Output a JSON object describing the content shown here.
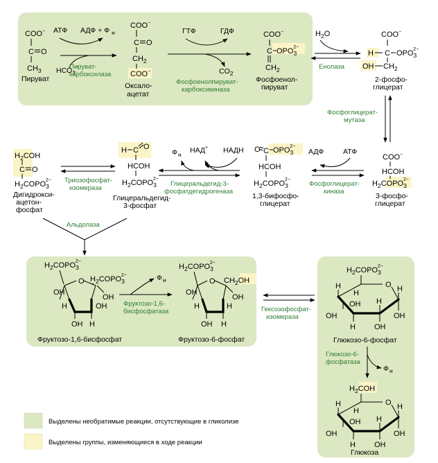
{
  "colors": {
    "green_box": "#dbe8c1",
    "yellow_box": "#fbf4c6",
    "enzyme_text": "#2e7d32"
  },
  "top": {
    "pyruvate": {
      "l1": "COO",
      "l2": "C",
      "l2b": "O",
      "l3": "CH",
      "l3s": "3",
      "name": "Пируват"
    },
    "atp": "АТФ",
    "adp_pn": "АДФ + Ф",
    "adp_pn_sub": "н",
    "hco3": "HCO",
    "hco3_sub": "3",
    "hco3_sup": "−",
    "pyruvate_carboxylase": [
      "Пируват-",
      "карбоксилаза"
    ],
    "oxaloacetate": {
      "l1": "COO",
      "l2": "C",
      "l2b": "O",
      "l3": "CH",
      "l3s": "2",
      "l4": "COO",
      "name": [
        "Оксало-",
        "ацетат"
      ]
    },
    "gtp": "ГТФ",
    "gdp": "ГДФ",
    "co2": "CO",
    "co2_sub": "2",
    "pepck": [
      "Фосфоенолпируват-",
      "карбоксикиназа"
    ],
    "pep": {
      "l1": "COO",
      "l2": "C",
      "l2b": "OPO",
      "l3": "CH",
      "l3s": "2",
      "name": [
        "Фосфоенол-",
        "пируват"
      ]
    },
    "h2o": "H",
    "h2o_sub": "2",
    "h2o_b": "O",
    "enolase": "Енолаза",
    "pg2": {
      "l1": "COO",
      "l2h": "H",
      "l2": "C",
      "l2b": "OPO",
      "l3h": "OH",
      "l3": "CH",
      "l3s": "2",
      "name": [
        "2-фосфо-",
        "глицерат"
      ]
    }
  },
  "mutase": [
    "Фосфоглицерат-",
    "мутаза"
  ],
  "middle": {
    "dhap": {
      "l1": "H",
      "l1s": "2",
      "l1b": "COH",
      "l2": "C",
      "l2b": "O",
      "l3": "H",
      "l3s": "2",
      "l3b": "COPO",
      "name": [
        "Дигидрокси-",
        "ацетон-",
        "фосфат"
      ]
    },
    "tim": [
      "Триозофосфат-",
      "изомераза"
    ],
    "gap": {
      "l1": "H",
      "l1b": "C",
      "l1c": "O",
      "l2": "HCOH",
      "l3": "H",
      "l3s": "2",
      "l3b": "COPO",
      "name": [
        "Глицеральдегид-",
        "3-фосфат"
      ]
    },
    "pn": "Ф",
    "pn_sub": "н",
    "nad": "НАД",
    "nad_sup": "+",
    "nadh": "НАДН",
    "gapdh": [
      "Глицеральдегид-3-",
      "фосфатдегидрогеназа"
    ],
    "bpg": {
      "l1": "O",
      "l1b": "C",
      "l1c": "OPO",
      "l2": "HCOH",
      "l3": "H",
      "l3s": "2",
      "l3b": "COPO",
      "name": [
        "1,3-бифосфо-",
        "глицерат"
      ]
    },
    "adp": "АДФ",
    "atp": "АТФ",
    "pgk": [
      "Фосфоглицерат-",
      "киназа"
    ],
    "pg3": {
      "l1": "COO",
      "l2": "HCOH",
      "l3": "H",
      "l3s": "2",
      "l3b": "COPO",
      "name": [
        "3-фосфо-",
        "глицерат"
      ]
    }
  },
  "aldolase": "Альдолаза",
  "bottom": {
    "f16bp": {
      "ch2opo3_l": "H",
      "ch2opo3_ls": "2",
      "ch2opo3_lb": "COPO",
      "ch2opo3_r": "H",
      "ch2opo3_rs": "2",
      "ch2opo3_rb": "COPO",
      "o": "O",
      "h": "H",
      "oh": "OH",
      "name": "Фруктозо-1,6-бисфосфат"
    },
    "pn": "Ф",
    "pn_sub": "н",
    "fbpase": [
      "Фруктозо-1,6-",
      "бисфосфатаза"
    ],
    "f6p": {
      "ch2opo3": "H",
      "ch2opo3_s": "2",
      "ch2opo3_b": "COPO",
      "ch2oh": "CH",
      "ch2oh_s": "2",
      "ch2oh_b": "OH",
      "o": "O",
      "h": "H",
      "oh": "OH",
      "name": "Фруктозо-6-фосфат"
    },
    "hexiso": [
      "Гексозофосфат-",
      "изомераза"
    ],
    "g6p": {
      "ch2": "H",
      "ch2_s": "2",
      "ch2_b": "COPO",
      "o": "O",
      "h": "H",
      "oh": "OH",
      "name": "Глюкозо-6-фосфат"
    },
    "g6pase": [
      "Глюкозо-6-",
      "фосфатаза"
    ],
    "pn2": "Ф",
    "pn2_sub": "н",
    "glucose": {
      "ch2": "H",
      "ch2_s": "2",
      "ch2_b": "COH",
      "o": "O",
      "h": "H",
      "oh": "OH",
      "name": "Глюкоза"
    }
  },
  "phosphate": {
    "sub": "3",
    "sup": "2−"
  },
  "carboxylate_sup": "−",
  "legend": {
    "green": "Выделены необратимые реакции, отсутствующие в гликолизе",
    "yellow": "Выделены группы, изменяющиеся в ходе реакции"
  }
}
